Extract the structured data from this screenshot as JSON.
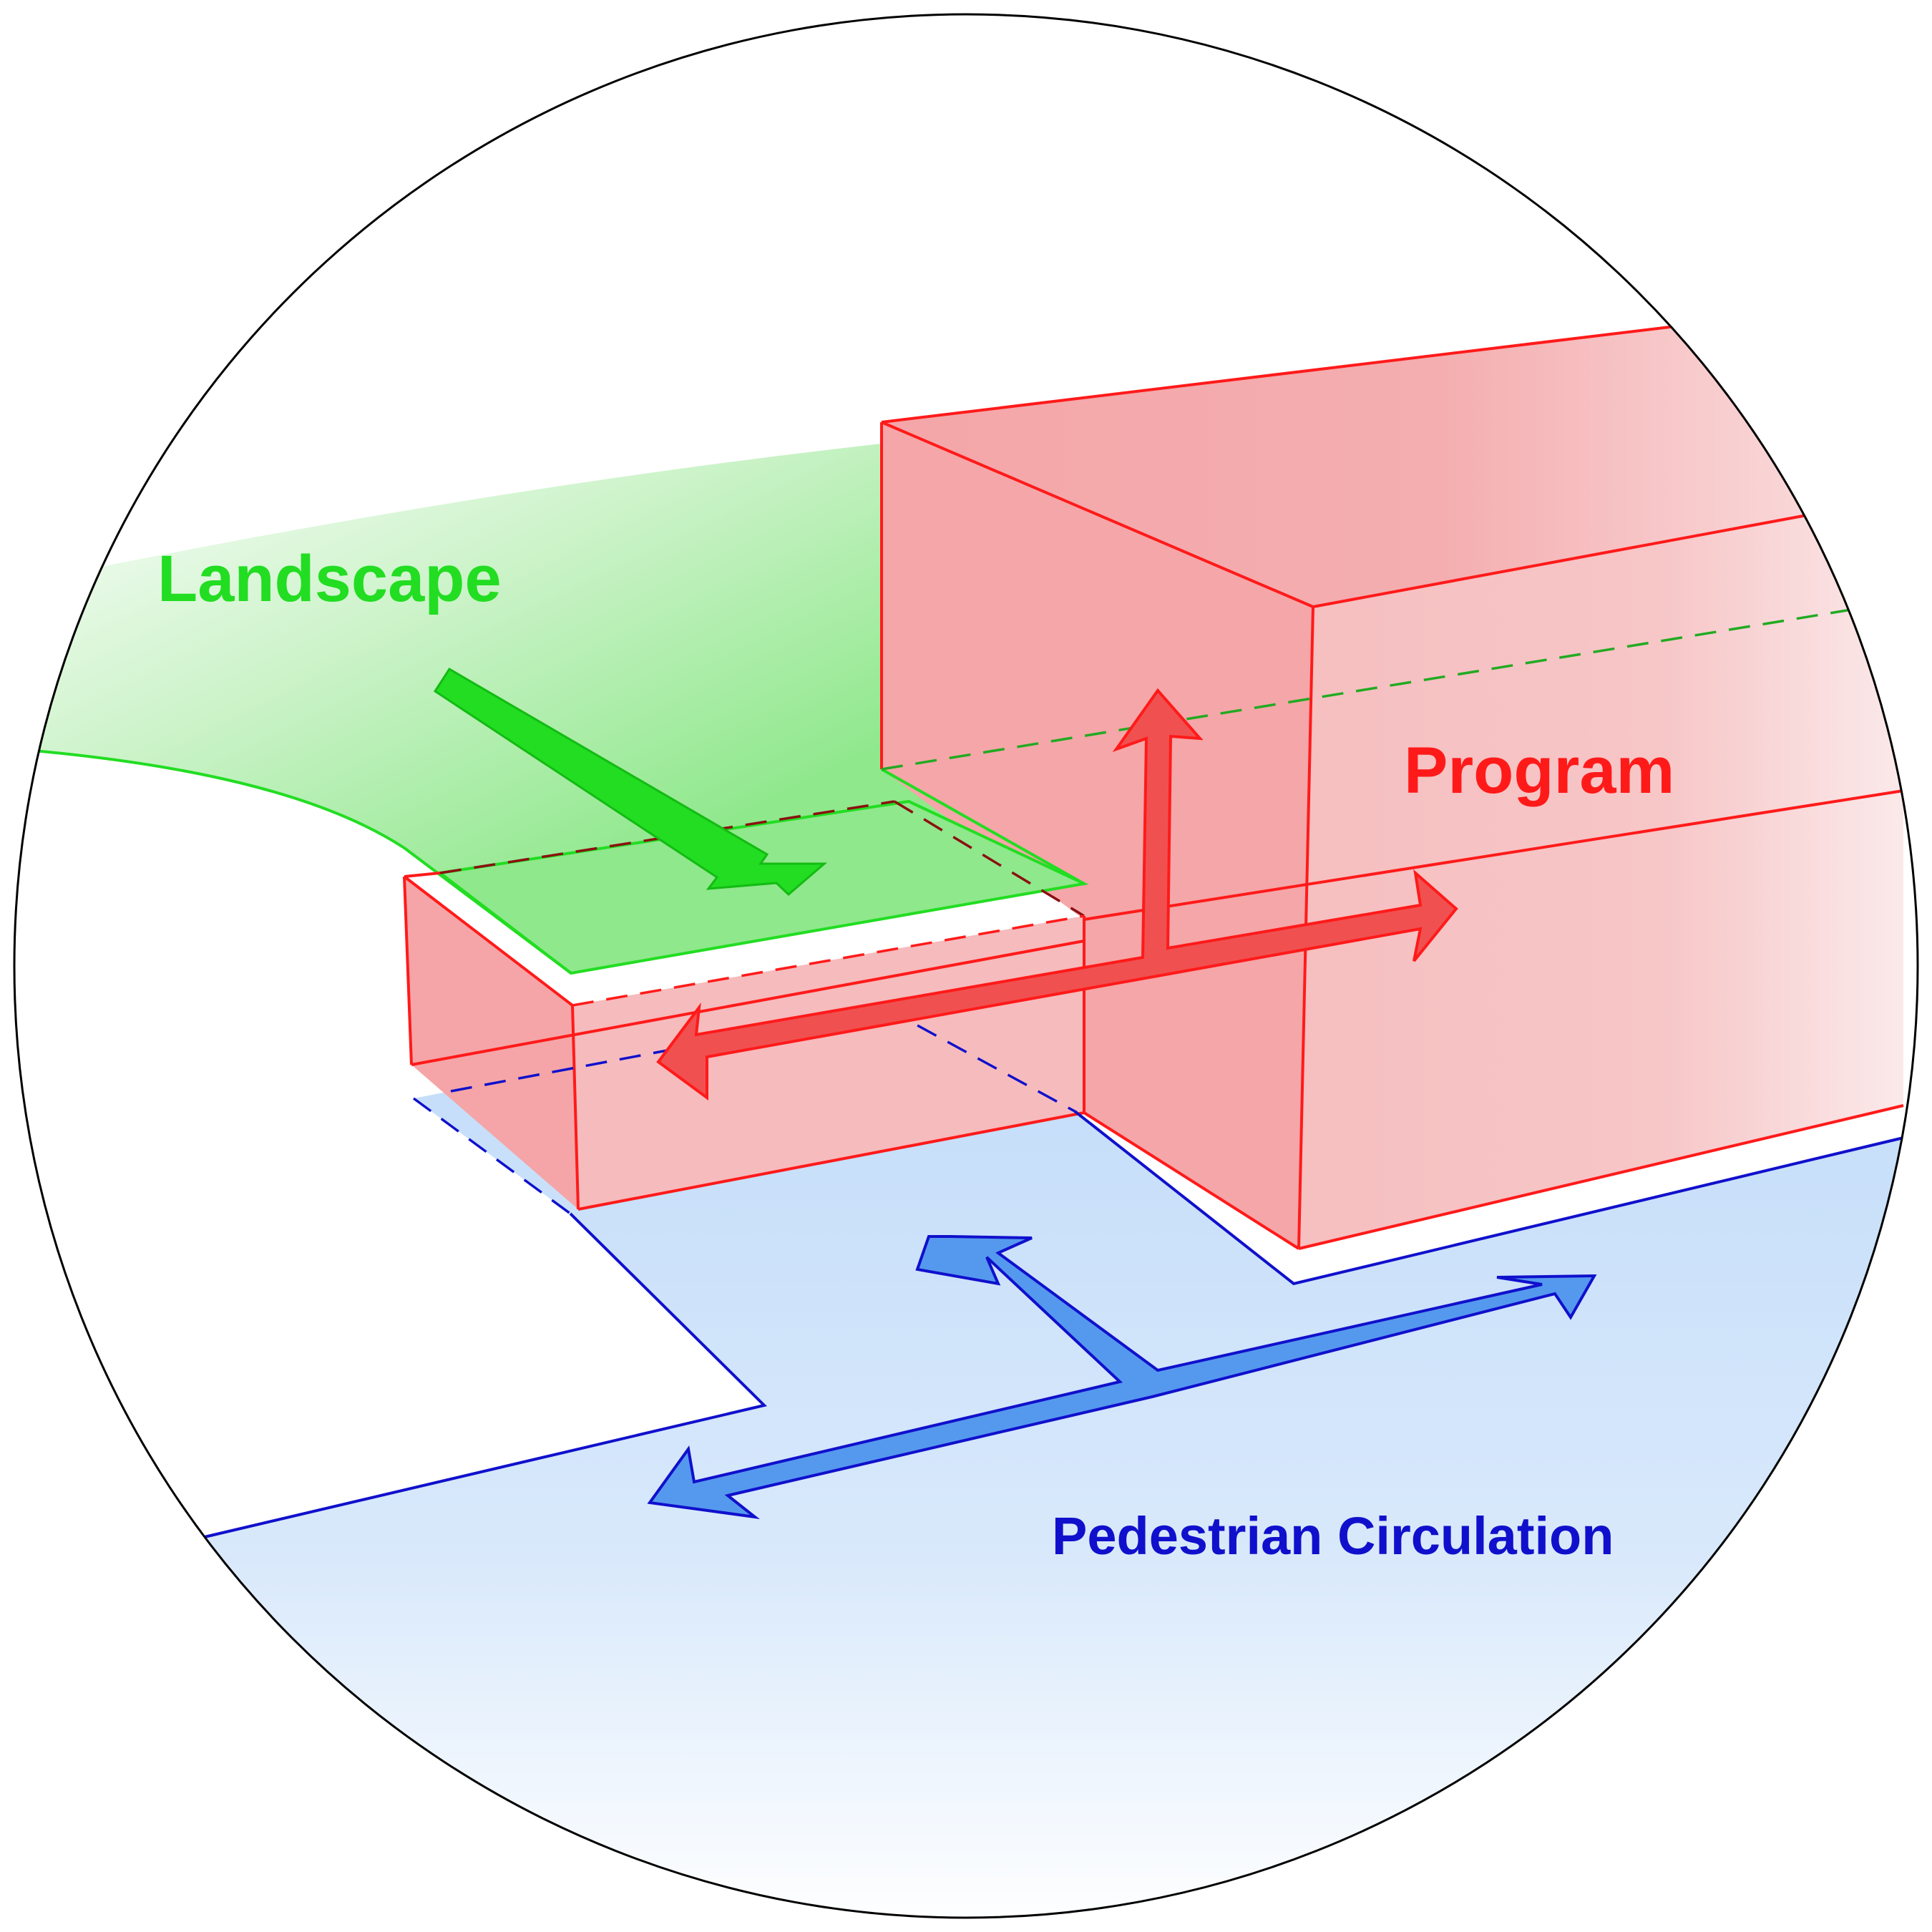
{
  "labels": {
    "landscape": "Landscape",
    "program": "Program",
    "pedestrian": "Pedestrian Circulation"
  },
  "colors": {
    "landscape": "#22dd22",
    "landscape_fill": "#8de98b",
    "program": "#ff1a1a",
    "program_fill": "#f5a3a5",
    "pedestrian": "#1010cc",
    "pedestrian_fill": "#c6dffa",
    "outline": "#000000"
  }
}
